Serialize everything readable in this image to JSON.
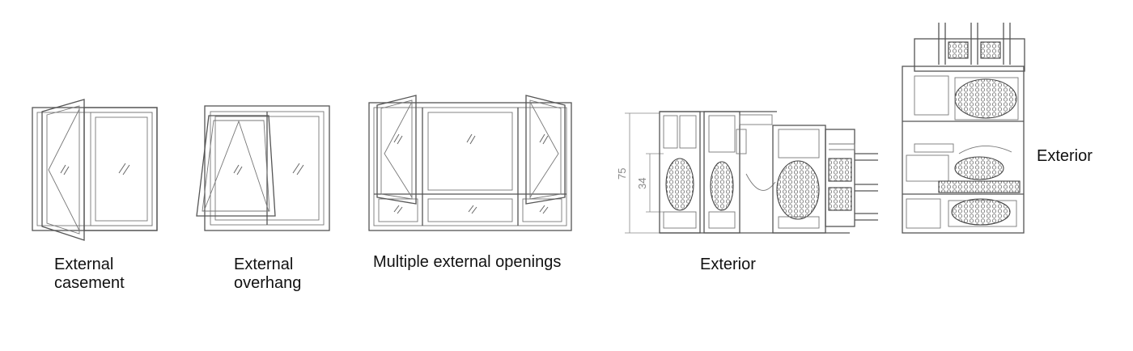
{
  "labels": {
    "casement_line1": "External",
    "casement_line2": "casement",
    "overhang_line1": "External",
    "overhang_line2": "overhang",
    "multiple": "Multiple external openings",
    "exterior_1": "Exterior",
    "exterior_2": "Exterior"
  },
  "dimensions": {
    "overall": "75",
    "inner": "34"
  }
}
